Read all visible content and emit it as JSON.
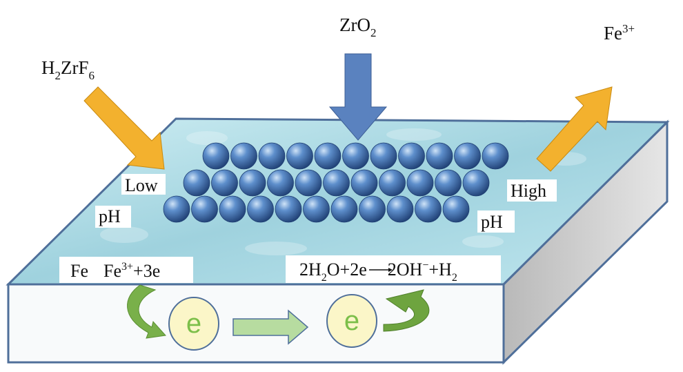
{
  "title": "Zirconium conversion coating formation mechanism",
  "reagents": {
    "h2zrf6": {
      "main": "H",
      "s1": "2",
      "mid": "ZrF",
      "s2": "6"
    },
    "zro2": {
      "main": "ZrO",
      "s1": "2"
    },
    "fe3": {
      "main": "Fe",
      "sup": "3+"
    }
  },
  "ph_regions": {
    "low": {
      "word": "Low",
      "ph": "pH"
    },
    "high": {
      "word": "High",
      "ph": "pH"
    }
  },
  "reactions": {
    "anodic": {
      "fe": "Fe",
      "fe2": "Fe",
      "sup": "3+",
      "rest": "+3e"
    },
    "cathodic": {
      "a": "2H",
      "s1": "2",
      "b": "O+2e",
      "c": "2OH",
      "sup": "−",
      "d": "+H",
      "s2": "2"
    }
  },
  "electrons": {
    "left": "e",
    "right": "e"
  },
  "colors": {
    "solution": "#a8d8e3",
    "edge": "#4f6f9a",
    "sphere": "#3f6fae",
    "orange_arrow": "#f3b12e",
    "blue_arrow": "#5a82bf",
    "green_arrow": "#79b04a",
    "electron": "#fbf6c8"
  }
}
